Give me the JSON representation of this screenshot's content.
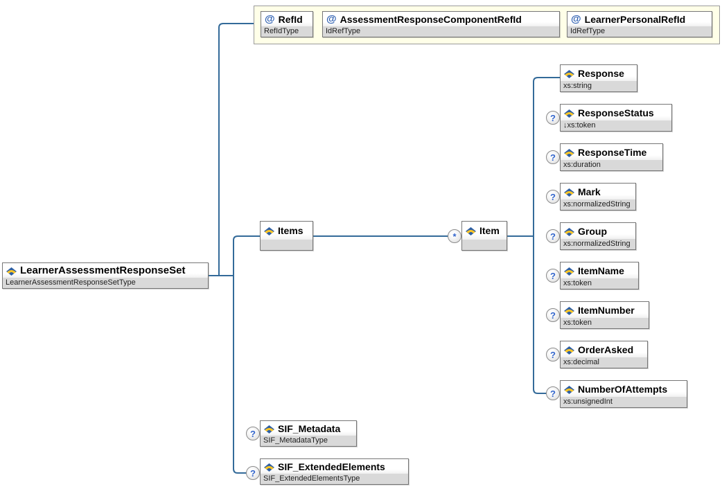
{
  "indicators": {
    "optional": "?",
    "repeat": "*",
    "attribute": "@"
  },
  "root": {
    "name": "LearnerAssessmentResponseSet",
    "type": "LearnerAssessmentResponseSetType"
  },
  "attribute_group": {
    "attributes": [
      {
        "name": "RefId",
        "type": "RefIdType"
      },
      {
        "name": "AssessmentResponseComponentRefId",
        "type": "IdRefType"
      },
      {
        "name": "LearnerPersonalRefId",
        "type": "IdRefType"
      }
    ]
  },
  "items": {
    "name": "Items",
    "type": ""
  },
  "item": {
    "name": "Item",
    "type": ""
  },
  "item_children": [
    {
      "name": "Response",
      "type": "xs:string"
    },
    {
      "name": "ResponseStatus",
      "type": "↓xs:token"
    },
    {
      "name": "ResponseTime",
      "type": "xs:duration"
    },
    {
      "name": "Mark",
      "type": "xs:normalizedString"
    },
    {
      "name": "Group",
      "type": "xs:normalizedString"
    },
    {
      "name": "ItemName",
      "type": "xs:token"
    },
    {
      "name": "ItemNumber",
      "type": "xs:token"
    },
    {
      "name": "OrderAsked",
      "type": "xs:decimal"
    },
    {
      "name": "NumberOfAttempts",
      "type": "xs:unsignedInt"
    }
  ],
  "sif_metadata": {
    "name": "SIF_Metadata",
    "type": "SIF_MetadataType"
  },
  "sif_extended_elements": {
    "name": "SIF_ExtendedElements",
    "type": "SIF_ExtendedElementsType"
  },
  "colors": {
    "connector": "#336A99",
    "attribute_group_fill": "#FFFFE8",
    "type_band": "#D9D9D9",
    "indicator_glyph": "#3366CC",
    "attribute_glyph": "#2A5DB0"
  }
}
